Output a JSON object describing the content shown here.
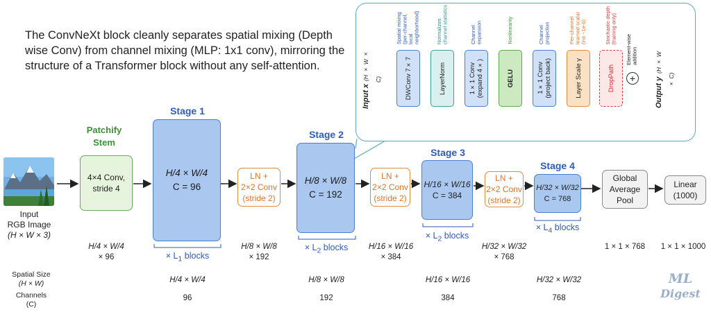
{
  "caption": "The ConvNeXt block cleanly separates spatial mixing (Depth wise Conv) from channel mixing (MLP: 1x1 conv), mirroring the structure of a Transformer block without any self-attention.",
  "input": {
    "title": "Input",
    "subtitle": "RGB Image",
    "dims": "(H × W × 3)"
  },
  "patchify": {
    "title_line1": "Patchify",
    "title_line2": "Stem",
    "line1": "4×4 Conv,",
    "line2": "stride 4",
    "shape_line1": "H/4 × W/4",
    "shape_line2": "× 96"
  },
  "stages": [
    {
      "title": "Stage 1",
      "line1": "H/4 × W/4",
      "line2": "C = 96",
      "blocks_pre": "× L",
      "blocks_sub": "1",
      "blocks_post": " blocks"
    },
    {
      "title": "Stage 2",
      "line1": "H/8 × W/8",
      "line2": "C = 192",
      "blocks_pre": "× L",
      "blocks_sub": "2",
      "blocks_post": " blocks"
    },
    {
      "title": "Stage 3",
      "line1": "H/16 × W/16",
      "line2": "C = 384",
      "blocks_pre": "× L",
      "blocks_sub": "2",
      "blocks_post": " blocks"
    },
    {
      "title": "Stage 4",
      "line1": "H/32 × W/32",
      "line2": "C = 768",
      "blocks_pre": "× L",
      "blocks_sub": "4",
      "blocks_post": " blocks"
    }
  ],
  "downsamples": [
    {
      "line1": "LN +",
      "line2": "2×2 Conv",
      "line3": "(stride 2)",
      "shape_line1": "H/8 × W/8",
      "shape_line2": "× 192"
    },
    {
      "line1": "LN +",
      "line2": "2×2 Conv",
      "line3": "(stride 2)",
      "shape_line1": "H/16 × W/16",
      "shape_line2": "× 384"
    },
    {
      "line1": "LN +",
      "line2": "2×2 Conv",
      "line3": "(stride 2)",
      "shape_line1": "H/32 × W/32",
      "shape_line2": "× 768"
    }
  ],
  "pool": {
    "line1": "Global",
    "line2": "Average",
    "line3": "Pool",
    "shape": "1 × 1 × 768"
  },
  "linear": {
    "line1": "Linear",
    "line2": "(1000)",
    "shape": "1 × 1 × 1000"
  },
  "table": {
    "spatial_label": "Spatial Size",
    "spatial_sub": "(H × W)",
    "channels_label": "Channels",
    "channels_sub": "(C)",
    "spatial": [
      "H/4 × W/4",
      "H/8 × W/8",
      "H/16 × W/16",
      "H/32 × W/32"
    ],
    "channels": [
      "96",
      "192",
      "384",
      "768"
    ]
  },
  "block_detail": {
    "input_label": "Input x",
    "input_dims": "(H × W × C)",
    "output_label": "Output y",
    "output_dims": "(H × W × C)",
    "components": [
      {
        "label": "DWConv 7×7",
        "annotation": "Spatial mixing\n(per-channel,\nlocal neighborhood)",
        "color": "#2d5bb8"
      },
      {
        "label": "LayerNorm",
        "annotation": "Normalizes\nchannel statistics",
        "color": "#2f8f8a"
      },
      {
        "label": "1×1 Conv\n(expand 4×)",
        "annotation": "Channel expansion",
        "color": "#2d5bb8"
      },
      {
        "label": "GELU",
        "annotation": "Nonlinearity",
        "color": "#3e8e3a"
      },
      {
        "label": "1×1 Conv\n(project back)",
        "annotation": "Channel projection",
        "color": "#2d5bb8"
      },
      {
        "label": "Layer Scale γ",
        "annotation": "Per-channel\nlearned scalar\n(init ~1e-6)",
        "color": "#d9742a"
      },
      {
        "label": "DropPath",
        "annotation": "Stochastic depth\n(training only)",
        "color": "#d23a3a"
      }
    ],
    "add_annotation": "Element-wise\naddition",
    "add_symbol": "+"
  },
  "logo": {
    "line1": "ML",
    "line2": "Digest"
  },
  "colors": {
    "stage_blue": "#a9c7ef",
    "stage_border": "#4a7fd0",
    "downsample_orange": "#e08a3c",
    "stem_green": "#e6f4dd",
    "panel_border": "#5aa9bd"
  }
}
